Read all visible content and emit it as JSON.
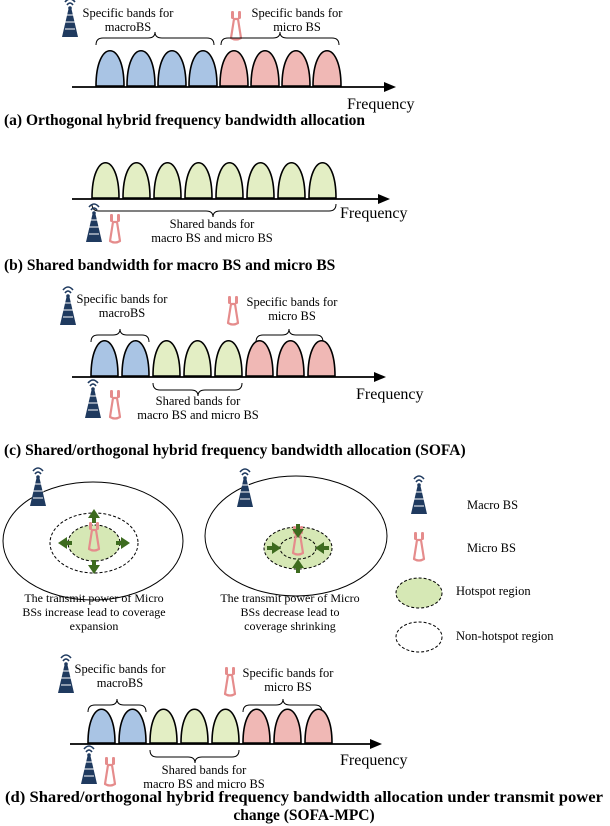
{
  "colors": {
    "macro_band": "#a9c4e4",
    "micro_band": "#f0b8b5",
    "shared_band": "#e3eec4",
    "hotspot": "#d6e8b5",
    "macro_icon": "#1f3a5f",
    "micro_icon": "#e58c8c",
    "arrow": "#3d6b1f"
  },
  "icons": {
    "macro": "macro-bs-tower-icon",
    "micro": "micro-bs-antenna-icon",
    "expand": "green-arrow-icon"
  },
  "panel_a": {
    "macro_label": [
      "Specific bands for",
      "macroBS"
    ],
    "micro_label": [
      "Specific bands for",
      "micro BS"
    ],
    "axis_label": "Frequency",
    "caption": "(a) Orthogonal hybrid frequency bandwidth allocation"
  },
  "panel_b": {
    "shared_label": [
      "Shared bands for",
      "macro BS and micro BS"
    ],
    "axis_label": "Frequency",
    "caption": "(b) Shared bandwidth for macro BS and micro BS"
  },
  "panel_c": {
    "macro_label": [
      "Specific bands for",
      "macroBS"
    ],
    "micro_label": [
      "Specific bands for",
      "micro BS"
    ],
    "shared_label": [
      "Shared bands for",
      "macro BS and micro BS"
    ],
    "axis_label": "Frequency",
    "caption": "(c) Shared/orthogonal hybrid frequency bandwidth allocation (SOFA)"
  },
  "panel_d": {
    "expand_text": [
      "The transmit power of Micro",
      "BSs increase lead to coverage",
      "expansion"
    ],
    "shrink_text": [
      "The transmit power of Micro",
      "BSs decrease lead to",
      "coverage shrinking"
    ],
    "legend": {
      "macro": "Macro BS",
      "micro": "Micro BS",
      "hotspot": "Hotspot region",
      "nonhotspot": "Non-hotspot region"
    },
    "macro_label": [
      "Specific bands for",
      "macroBS"
    ],
    "micro_label": [
      "Specific bands for",
      "micro BS"
    ],
    "shared_label": [
      "Shared bands for",
      "macro BS and micro BS"
    ],
    "axis_label": "Frequency",
    "caption": [
      "(d) Shared/orthogonal hybrid frequency bandwidth allocation under transmit power",
      "change (SOFA-MPC)"
    ]
  }
}
